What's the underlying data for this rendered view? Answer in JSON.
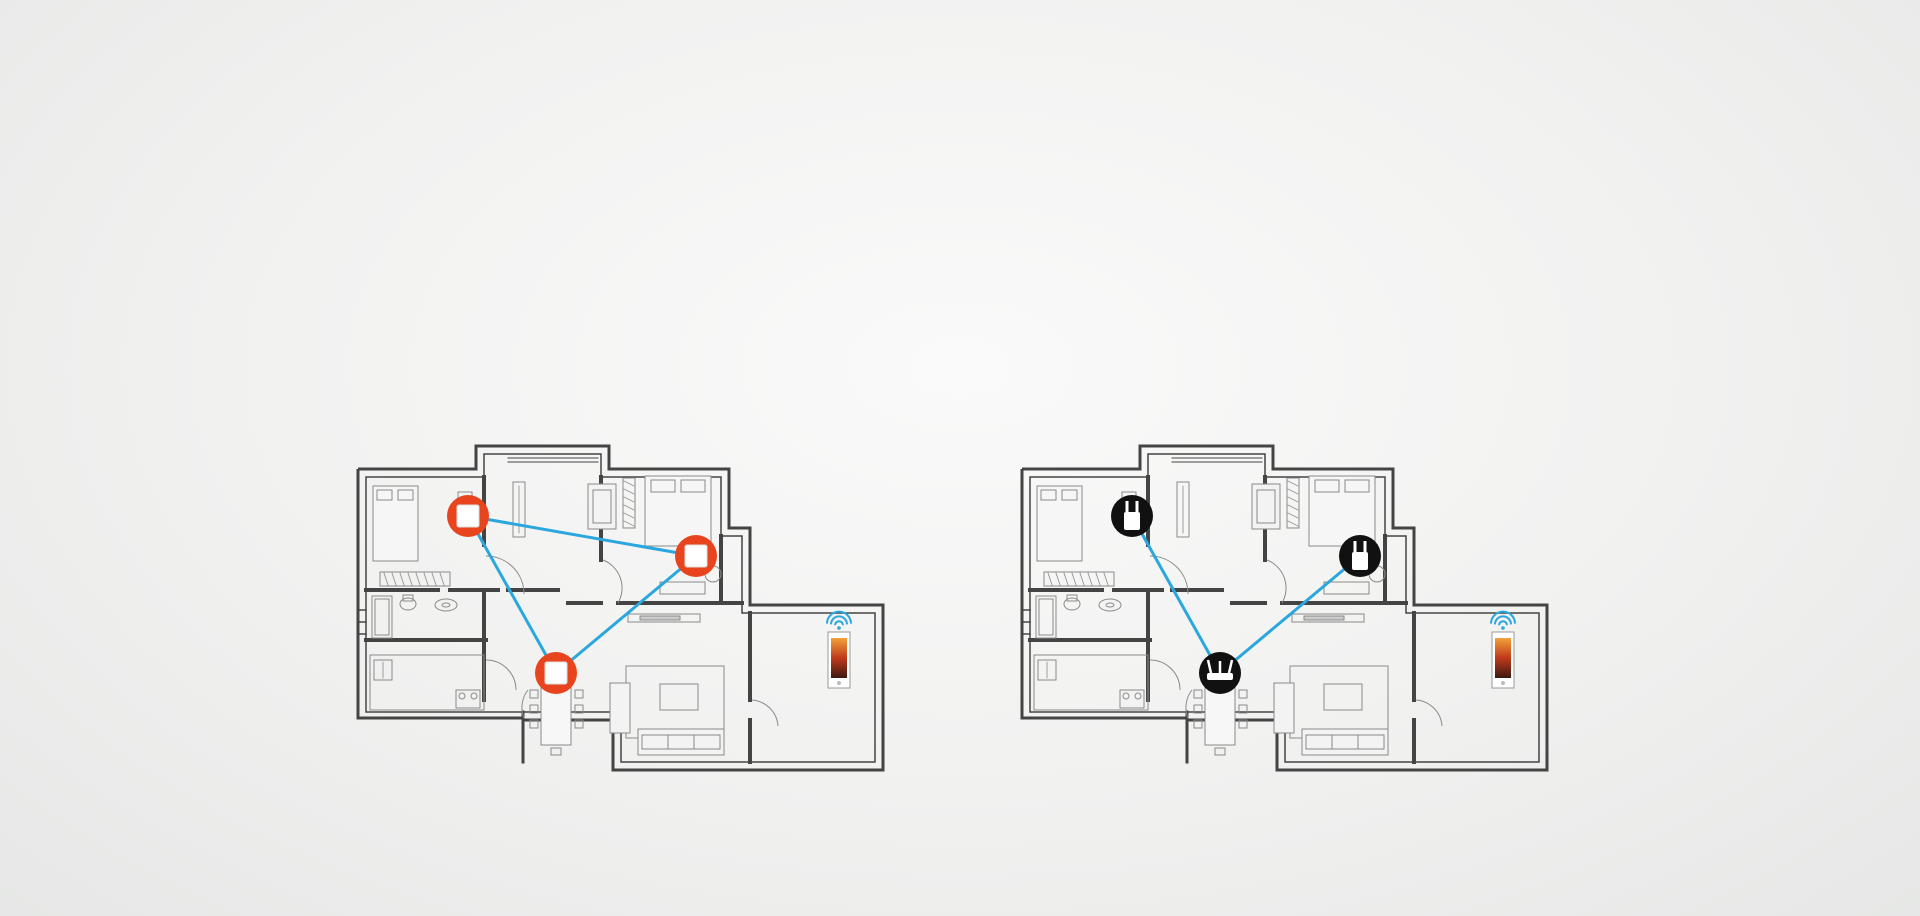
{
  "scene": {
    "background": "#efefee",
    "link_color": "#2aa7de",
    "wall_color": "#444444",
    "furniture_color": "#8a8a8a"
  },
  "plans": [
    {
      "name": "mesh-plan",
      "node_style": "orange-square",
      "node_color": "#e8451e",
      "node_icon": "mesh-node-icon",
      "nodes": [
        "bedroom-left",
        "bedroom-right",
        "dining"
      ],
      "links": [
        [
          "bedroom-left",
          "bedroom-right"
        ],
        [
          "bedroom-left",
          "dining"
        ],
        [
          "dining",
          "bedroom-right"
        ]
      ]
    },
    {
      "name": "router-extender-plan",
      "node_style": "black-circle",
      "node_color": "#111111",
      "node_icon": "router-icon",
      "nodes": [
        "bedroom-left",
        "bedroom-right",
        "dining"
      ],
      "links": [
        [
          "bedroom-left",
          "dining"
        ],
        [
          "dining",
          "bedroom-right"
        ]
      ]
    }
  ],
  "device": {
    "icon": "phone-icon",
    "signal_icon": "wifi-icon"
  }
}
